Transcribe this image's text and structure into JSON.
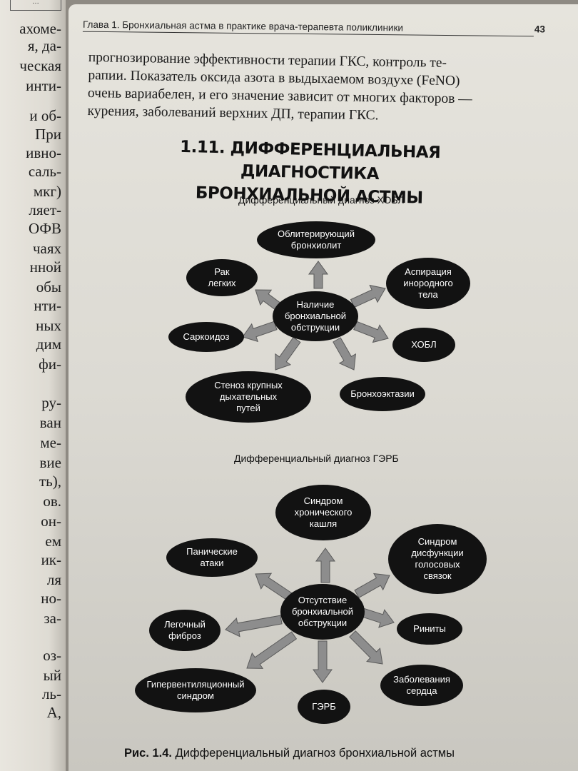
{
  "left_page": {
    "top_mark": "…",
    "fragments": [
      "ахоме-",
      "я, да-",
      "ческая",
      "инти-",
      "и об-",
      "При",
      "ивно-",
      "саль-",
      "мкг)",
      "ляет-",
      "ОФВ",
      "чаях",
      "нной",
      "обы",
      "нти-",
      "ных",
      "дим",
      "фи-",
      "ру-",
      "ван",
      "ме-",
      "вие",
      "ть),",
      "ов.",
      "он-",
      "ем",
      "ик-",
      "ля",
      "но-",
      "за-",
      "оз-",
      "ый",
      "ль-",
      "А,"
    ]
  },
  "header": {
    "chapter": "Глава 1. Бронхиальная астма в практике врача-терапевта поликлиники",
    "page_number": "43"
  },
  "intro_lines": [
    "прогнозирование эффективности терапии ГКС, контроль те-",
    "рапии. Показатель оксида азота в выдыхаемом воздухе (FeNO)",
    "очень вариабелен, и его значение зависит от многих факторов —",
    "курения, заболеваний верхних ДП, терапии ГКС."
  ],
  "section": {
    "line1": "1.11. ДИФФЕРЕНЦИАЛЬНАЯ ДИАГНОСТИКА",
    "line2": "БРОНХИАЛЬНОЙ АСТМЫ"
  },
  "diagram1": {
    "subtitle": "Дифференциальный диагноз ХОБЛ",
    "center": "Наличие\nбронхиальной\nобструкции",
    "nodes": [
      "Облитерирующий\nбронхиолит",
      "Аспирация\nинородного\nтела",
      "ХОБЛ",
      "Бронхоэктазии",
      "Стеноз крупных\nдыхательных\nпутей",
      "Саркоидоз",
      "Рак\nлегких"
    ]
  },
  "diagram2": {
    "subtitle": "Дифференциальный диагноз ГЭРБ",
    "center": "Отсутствие\nбронхиальной\nобструкции",
    "nodes": [
      "Синдром\nхронического\nкашля",
      "Синдром\nдисфункции\nголосовых\nсвязок",
      "Риниты",
      "Заболевания\nсердца",
      "ГЭРБ",
      "Гипервентиляционный\nсиндром",
      "Легочный\nфиброз",
      "Панические\nатаки"
    ]
  },
  "caption": {
    "label": "Рис. 1.4.",
    "text": " Дифференциальный диагноз бронхиальной астмы"
  },
  "colors": {
    "node_fill": "#121212",
    "arrow_fill": "#8d8d8d",
    "arrow_stroke": "#5a5a5a",
    "node_text": "#ffffff"
  }
}
